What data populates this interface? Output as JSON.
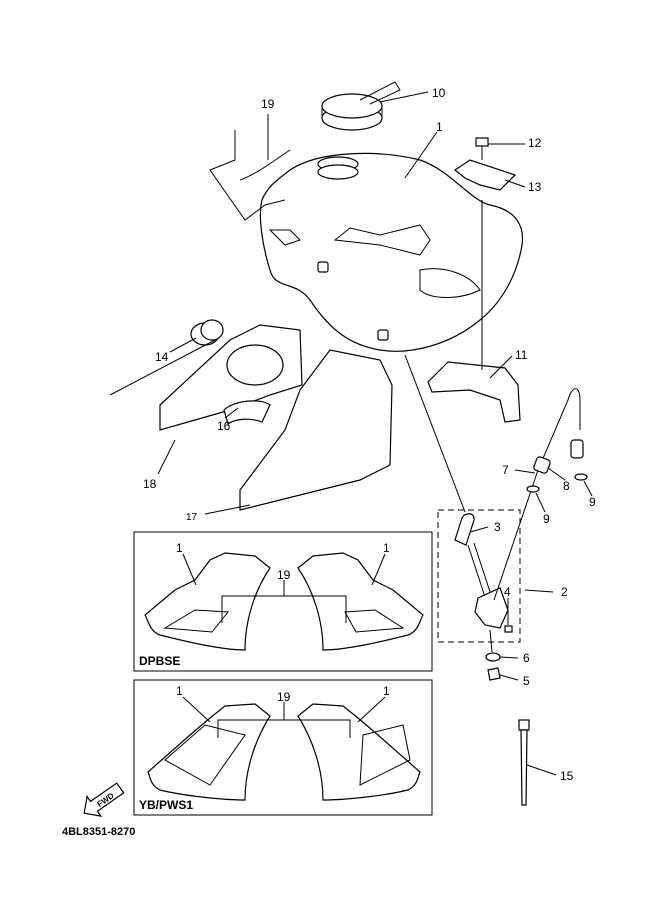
{
  "callouts": {
    "c1": "1",
    "c2": "2",
    "c3": "3",
    "c4": "4",
    "c5": "5",
    "c6": "6",
    "c7": "7",
    "c8": "8",
    "c9a": "9",
    "c9b": "9",
    "c10": "10",
    "c11": "11",
    "c12": "12",
    "c13": "13",
    "c14": "14",
    "c15": "15",
    "c16": "16",
    "c17": "17",
    "c18": "18",
    "c19": "19"
  },
  "insets": [
    {
      "variant": "DPBSE",
      "left_label": "1",
      "center_label": "19",
      "right_label": "1"
    },
    {
      "variant": "YB/PWS1",
      "left_label": "1",
      "center_label": "19",
      "right_label": "1"
    }
  ],
  "fwd_label": "FWD",
  "diagram_code": "4BL8351-8270"
}
